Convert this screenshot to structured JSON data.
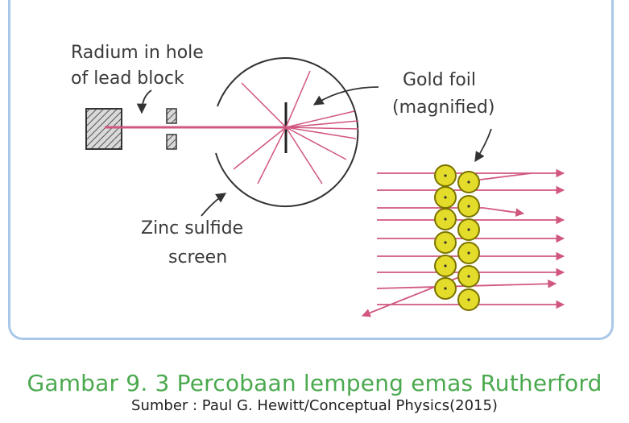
{
  "figure": {
    "labels": {
      "radium": [
        "Radium in hole",
        "of lead block"
      ],
      "gold_foil": [
        "Gold foil",
        "(magnified)"
      ],
      "screen": [
        "Zinc sulfide",
        "screen"
      ]
    },
    "caption": "Gambar 9. 3 Percobaan lempeng emas Rutherford",
    "source": "Sumber : Paul G. Hewitt/Conceptual Physics(2015)"
  },
  "colors": {
    "ray": "#d1577e",
    "frame": "#a9c7e6",
    "caption": "#4aa94e",
    "atom_fill": "#e4dc2a",
    "atom_stroke": "#7a7300"
  }
}
